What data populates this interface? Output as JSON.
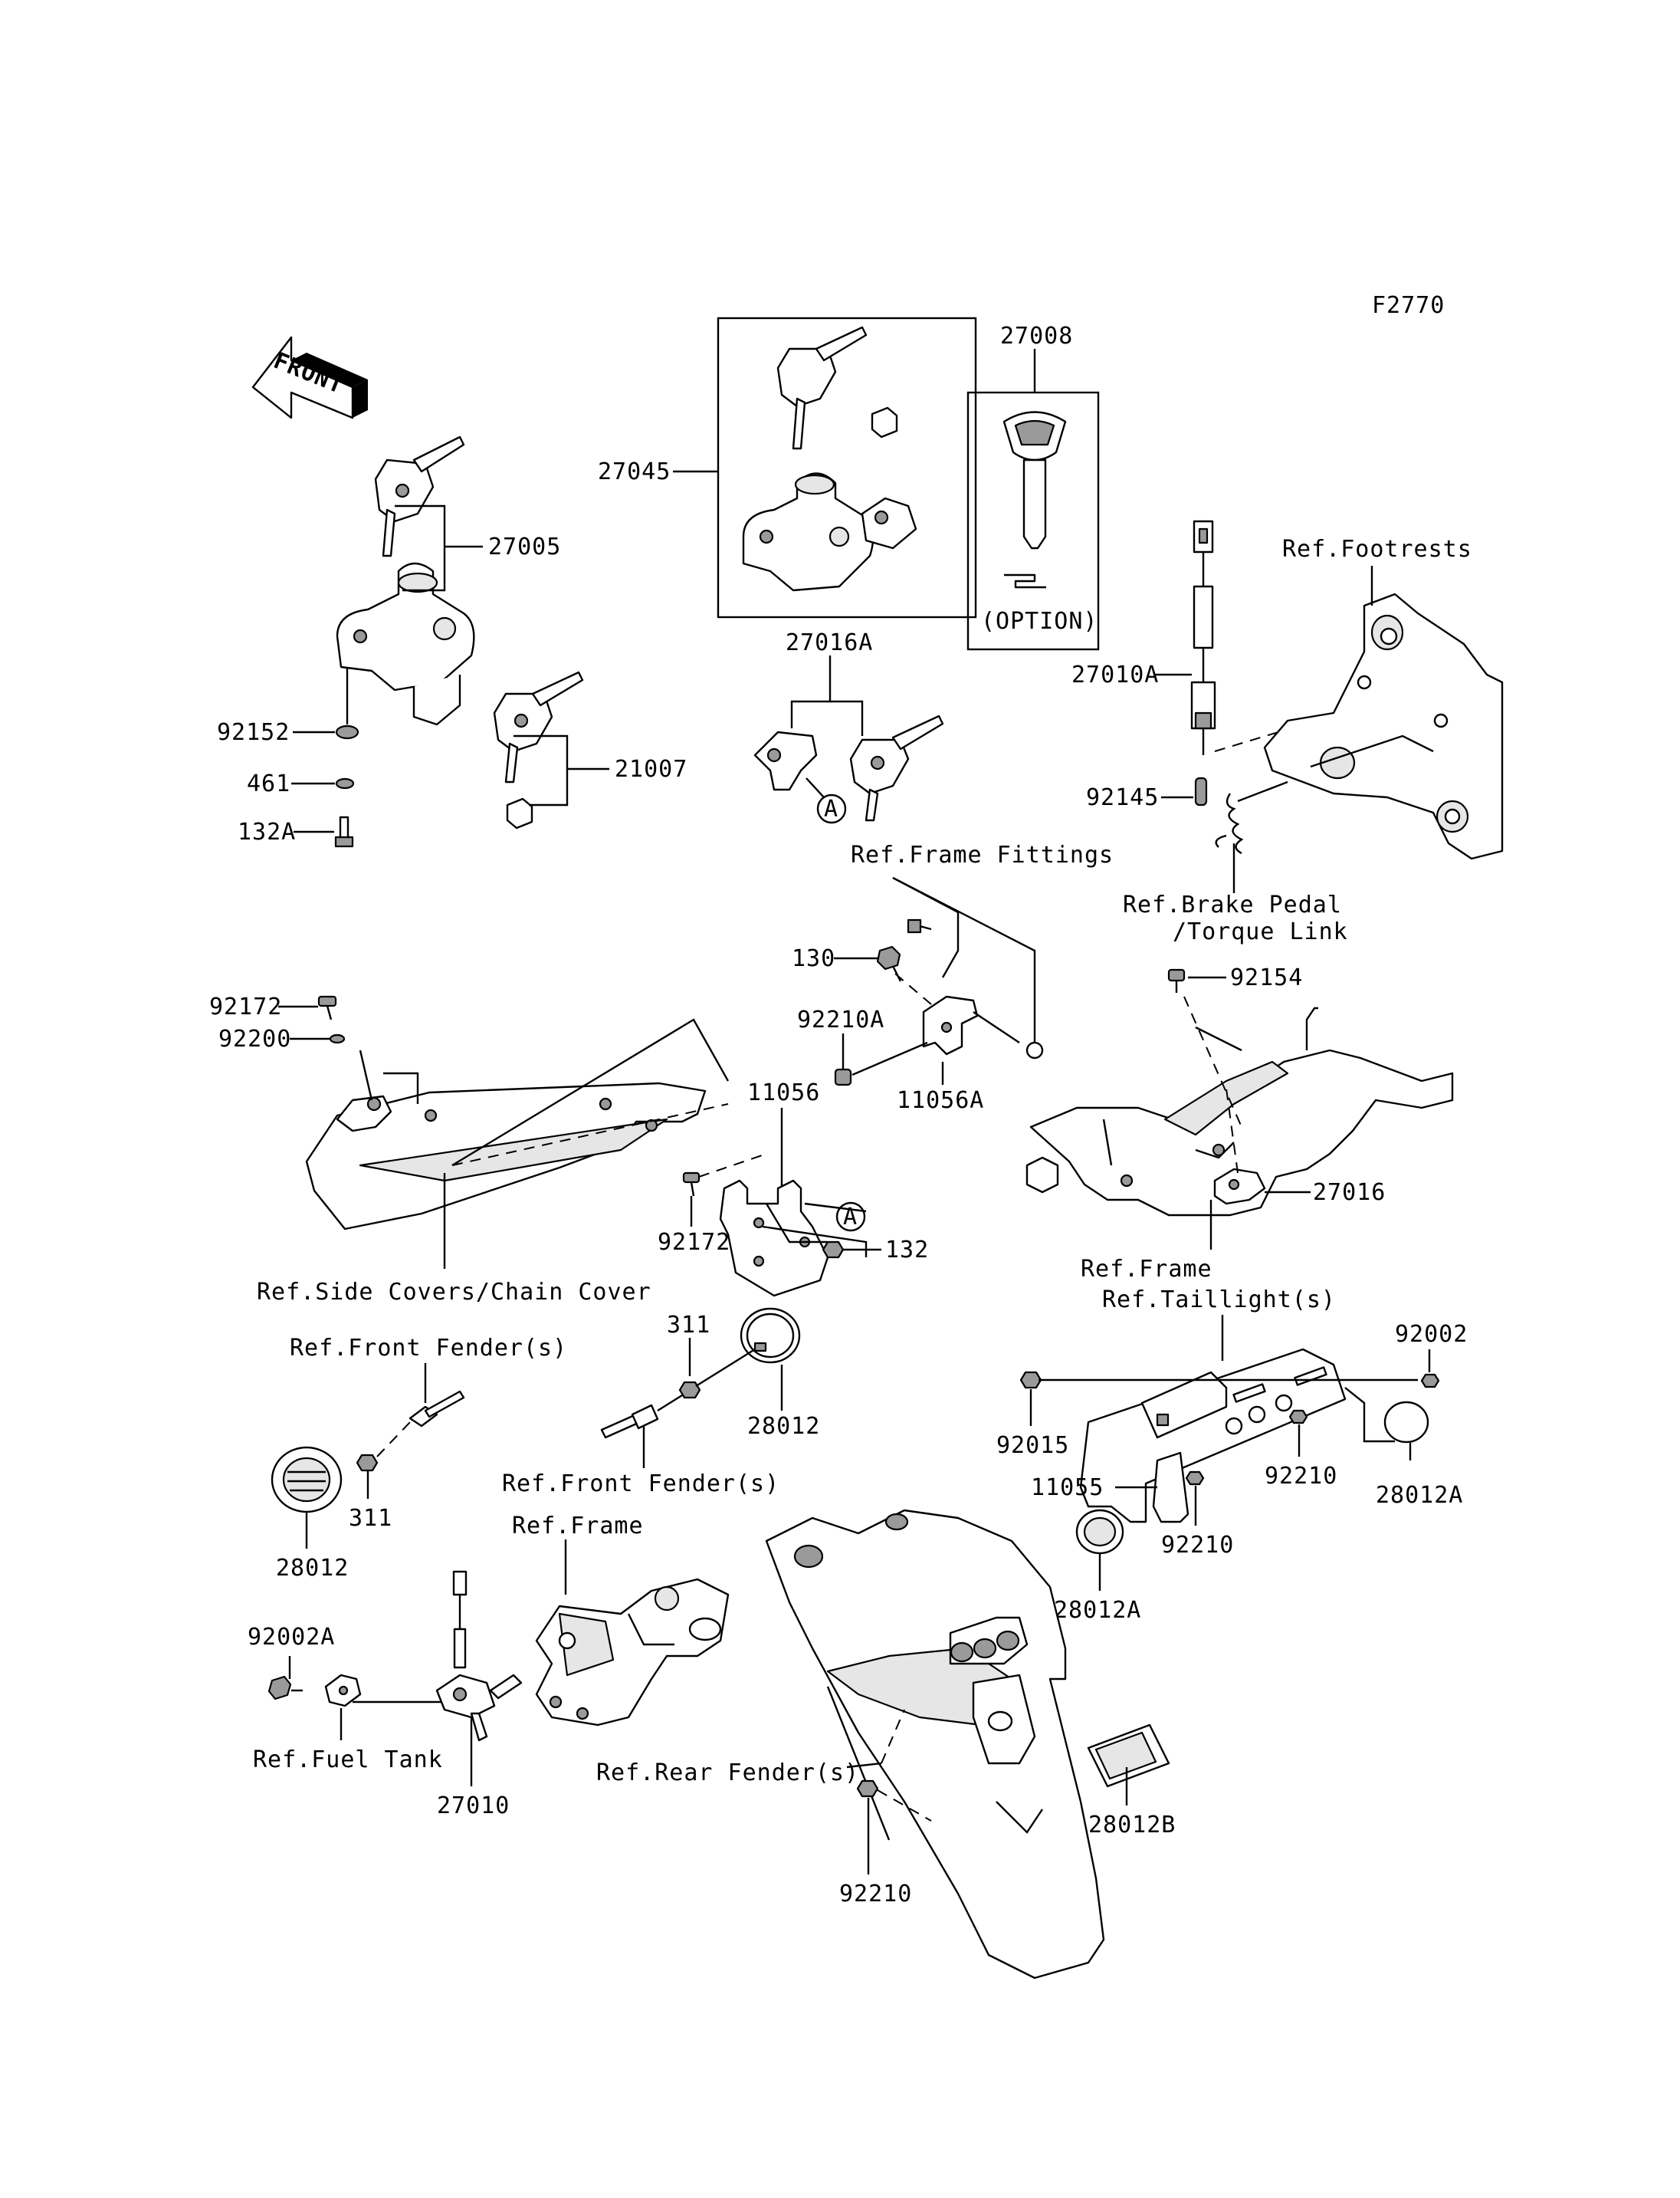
{
  "figure_code": "F2770",
  "front_arrow": "FRONT",
  "option_note": "(OPTION)",
  "callout_a": "A",
  "labels": {
    "p27045": "27045",
    "p27008": "27008",
    "p27005": "27005",
    "p92152": "92152",
    "p461": "461",
    "p132A": "132A",
    "p21007": "21007",
    "p27016A": "27016A",
    "p27010A": "27010A",
    "p92145": "92145",
    "p130": "130",
    "p92154": "92154",
    "p92172_top": "92172",
    "p92200": "92200",
    "p92210A": "92210A",
    "p11056": "11056",
    "p11056A": "11056A",
    "p27016": "27016",
    "p92172_bottom": "92172",
    "p132": "132",
    "p311_top": "311",
    "p28012_mid": "28012",
    "p92002": "92002",
    "p92015": "92015",
    "p92210_right": "92210",
    "p28012A_right": "28012A",
    "p11055": "11055",
    "p92210_bracket": "92210",
    "p28012A_bottom": "28012A",
    "p311_left": "311",
    "p28012_left": "28012",
    "p92002A": "92002A",
    "p27010": "27010",
    "p28012B": "28012B",
    "p92210_bottom": "92210"
  },
  "refs": {
    "footrests": "Ref.Footrests",
    "brake_pedal": "Ref.Brake Pedal",
    "torque_link": "/Torque Link",
    "frame_fittings": "Ref.Frame Fittings",
    "side_covers": "Ref.Side Covers/Chain Cover",
    "frame_mid": "Ref.Frame",
    "taillights": "Ref.Taillight(s)",
    "front_fender_top": "Ref.Front Fender(s)",
    "front_fender_mid": "Ref.Front Fender(s)",
    "frame_bottom": "Ref.Frame",
    "fuel_tank": "Ref.Fuel Tank",
    "rear_fender": "Ref.Rear Fender(s)"
  }
}
